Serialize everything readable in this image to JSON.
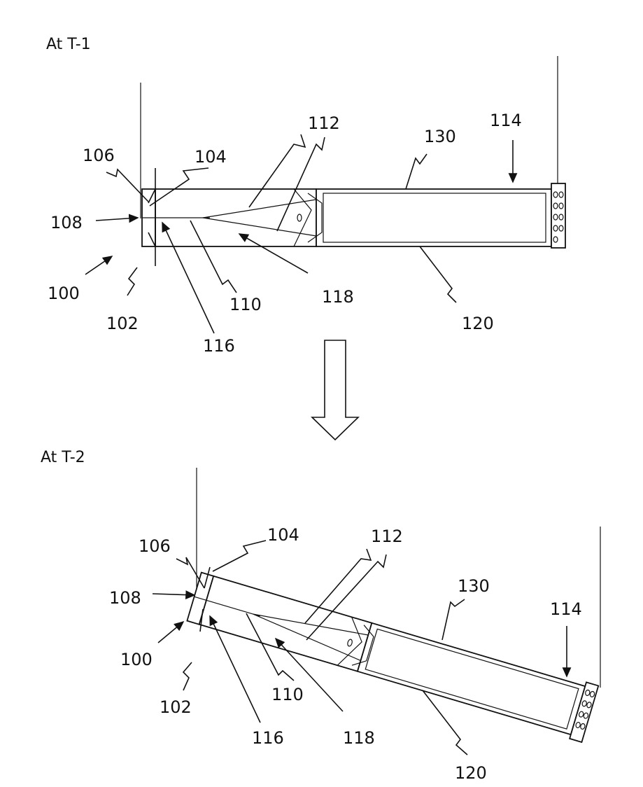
{
  "figure": {
    "top_title": "At T-1",
    "bottom_title": "At T-2",
    "labels": {
      "l100": "100",
      "l102": "102",
      "l104": "104",
      "l106": "106",
      "l108": "108",
      "l110": "110",
      "l112": "112",
      "l114": "114",
      "l116": "116",
      "l118": "118",
      "l120": "120",
      "l130": "130"
    }
  }
}
